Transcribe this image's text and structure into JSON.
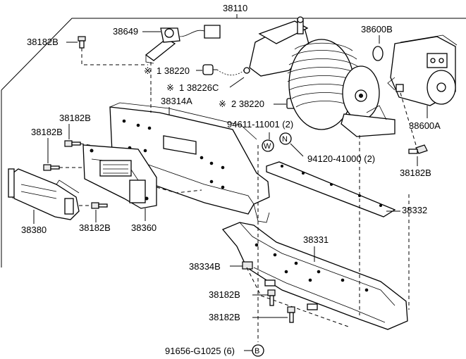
{
  "title_part": "38110",
  "labels": {
    "l38182b_top": "38182B",
    "l38649": "38649",
    "l38220_1": "1 38220",
    "l38226c": "1 38226C",
    "l38220_2": "2 38220",
    "l38314a": "38314A",
    "l38600b": "38600B",
    "l38600a": "38600A",
    "l38182b_mid1": "38182B",
    "l38182b_mid2": "38182B",
    "l94611": "94611-11001 (2)",
    "l94120": "94120-41000 (2)",
    "l38182b_right": "38182B",
    "l38332": "38332",
    "l38380": "38380",
    "l38182b_low": "38182B",
    "l38360": "38360",
    "l38331": "38331",
    "l38334b": "38334B",
    "l38182b_b1": "38182B",
    "l38182b_b2": "38182B",
    "l91656": "91656-G1025 (6)"
  },
  "symbols": {
    "note_mark": "※",
    "w": "W",
    "n": "N",
    "b": "B"
  }
}
